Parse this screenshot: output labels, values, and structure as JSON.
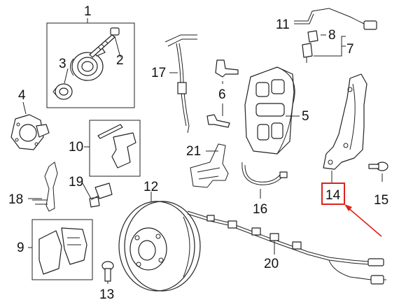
{
  "callouts": {
    "c1": "1",
    "c2": "2",
    "c3": "3",
    "c4": "4",
    "c5": "5",
    "c6": "6",
    "c7": "7",
    "c8": "8",
    "c9": "9",
    "c10": "10",
    "c11": "11",
    "c12": "12",
    "c13": "13",
    "c14": "14",
    "c15": "15",
    "c16": "16",
    "c17": "17",
    "c18": "18",
    "c19": "19",
    "c20": "20",
    "c21": "21"
  },
  "colors": {
    "line": "#222222",
    "highlight": "#e0201c",
    "background": "#ffffff"
  },
  "highlighted_callout": "14"
}
